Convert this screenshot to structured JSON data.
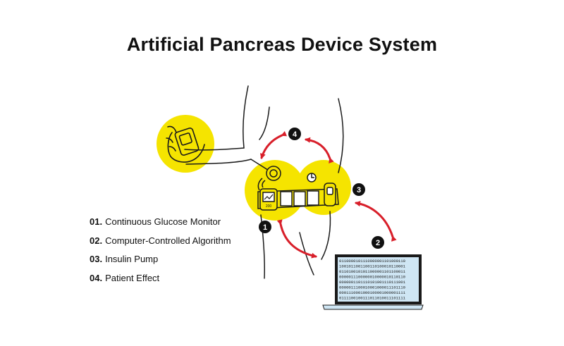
{
  "title": "Artificial Pancreas Device System",
  "legend": [
    {
      "num": "01.",
      "label": "Continuous Glucose Monitor"
    },
    {
      "num": "02.",
      "label": "Computer-Controlled Algorithm"
    },
    {
      "num": "03.",
      "label": "Insulin Pump"
    },
    {
      "num": "04.",
      "label": "Patient Effect"
    }
  ],
  "badges": [
    "1",
    "2",
    "3",
    "4"
  ],
  "monitor_label": "200",
  "laptop_code": [
    "0110000101110000001101000110",
    "1001011001100110100010110001",
    "0110100101011000001101100011",
    "0000011100000010000010110110",
    "0000001101110101001110111001",
    "0000011100010001000011101110",
    "0001110001000100001000001111",
    "0111100100111011010011101111"
  ],
  "colors": {
    "accent_yellow": "#f5e400",
    "arrow_red": "#d81f2a",
    "badge": "#111111",
    "screen": "#cfe6f4"
  }
}
